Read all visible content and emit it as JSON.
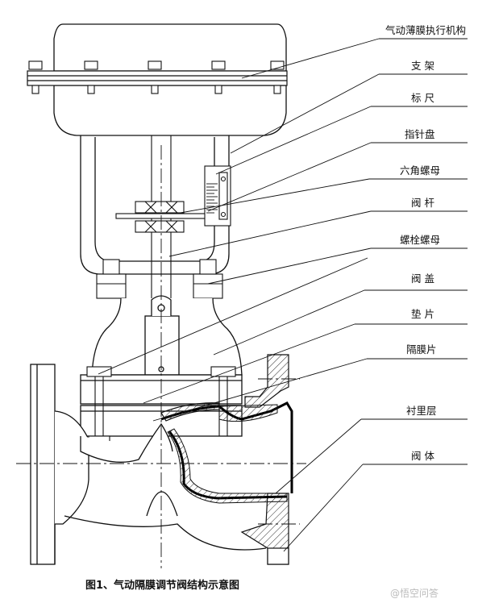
{
  "labels": [
    "气动薄膜执行机构",
    "支  架",
    "标  尺",
    "指针盘",
    "六角螺母",
    "阀  杆",
    "螺栓螺母",
    "阀  盖",
    "垫  片",
    "隔膜片",
    "衬里层",
    "阀  体"
  ],
  "caption": "图1、气动隔膜调节阀结构示意图",
  "watermark": "@悟空问答",
  "colors": {
    "line": "#111111",
    "hatch": "#333333",
    "lining": "#000000",
    "watermark": "#bbbbbb"
  }
}
